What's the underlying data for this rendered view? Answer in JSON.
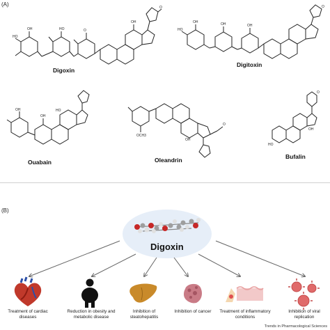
{
  "panel_a": {
    "label": "(A)",
    "molecules": [
      {
        "name": "Digoxin"
      },
      {
        "name": "Digitoxin"
      },
      {
        "name": "Ouabain"
      },
      {
        "name": "Oleandrin"
      },
      {
        "name": "Bufalin"
      }
    ]
  },
  "panel_b": {
    "label": "(B)",
    "center": "Digoxin",
    "applications": [
      {
        "label": "Treatment of cardiac diseases",
        "icon": "heart-icon"
      },
      {
        "label": "Reduction in obesity and metabolic disease",
        "icon": "person-obesity-icon"
      },
      {
        "label": "Inhibition of steatohepatitis",
        "icon": "liver-icon"
      },
      {
        "label": "Inhibition of cancer",
        "icon": "tumor-icon"
      },
      {
        "label": "Treatment of inflammatory conditions",
        "icon": "inflamed-tissue-icon"
      },
      {
        "label": "Inhibition of viral replication",
        "icon": "virus-icon"
      }
    ]
  },
  "credit": "Trends in Pharmacological Sciences"
}
